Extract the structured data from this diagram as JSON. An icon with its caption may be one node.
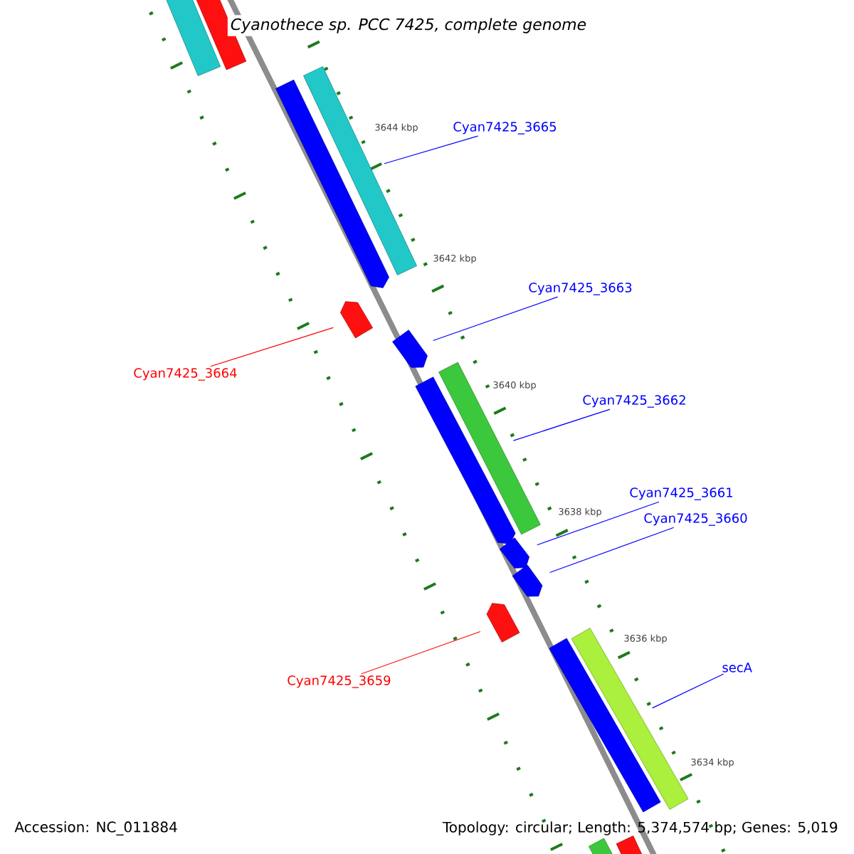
{
  "diagram": {
    "title": "*Cyanothece sp. PCC 7425, complete genome*",
    "nodes": [
      {
        "text": [
          "Cyan7425_3665"
        ]
      },
      {
        "text": [],
        "shape": "bar"
      },
      {
        "text": [
          "Cyan7425_3663"
        ]
      },
      {
        "text": [],
        "shape": "bar"
      },
      {
        "text": [
          "Cyan7425_3664"
        ]
      },
      {
        "text": [],
        "shape": "bar"
      },
      {
        "text": [
          "Cyan7425_3662"
        ]
      },
      {
        "text": [],
        "shape": "bar"
      },
      {
        "text": [
          "Cyan7425_3661"
        ]
      },
      {
        "text": [],
        "shape": "bar"
      },
      {
        "text": [
          "Cyan7425_3660"
        ]
      },
      {
        "text": [],
        "shape": "bar"
      },
      {
        "text": [
          "Cyan7425_3659"
        ]
      },
      {
        "text": [],
        "shape": "bar"
      },
      {
        "text": [
          "secA"
        ]
      },
      {
        "text": [],
        "shape": "bar"
      }
    ],
    "edges": [
      {
        "from": 0,
        "to": 1,
        "arrow": "none"
      },
      {
        "from": 2,
        "to": 3,
        "arrow": "none"
      },
      {
        "from": 4,
        "to": 5,
        "arrow": "none",
        "color": "#ff0000"
      },
      {
        "from": 6,
        "to": 7,
        "arrow": "none"
      },
      {
        "from": 8,
        "to": 9,
        "arrow": "none"
      },
      {
        "from": 10,
        "to": 11,
        "arrow": "none"
      },
      {
        "from": 12,
        "to": 13,
        "arrow": "none",
        "color": "#ff0000"
      },
      {
        "from": 14,
        "to": 15,
        "arrow": "none"
      }
    ],
    "labels": [
      "3644 kbp",
      "3642 kbp",
      "3640 kbp",
      "3638 kbp",
      "3636 kbp",
      "3634 kbp",
      "Accession: NC_011884",
      "Topology: circular; Length: 5,374,574 bp; Genes: 5,019"
    ]
  }
}
